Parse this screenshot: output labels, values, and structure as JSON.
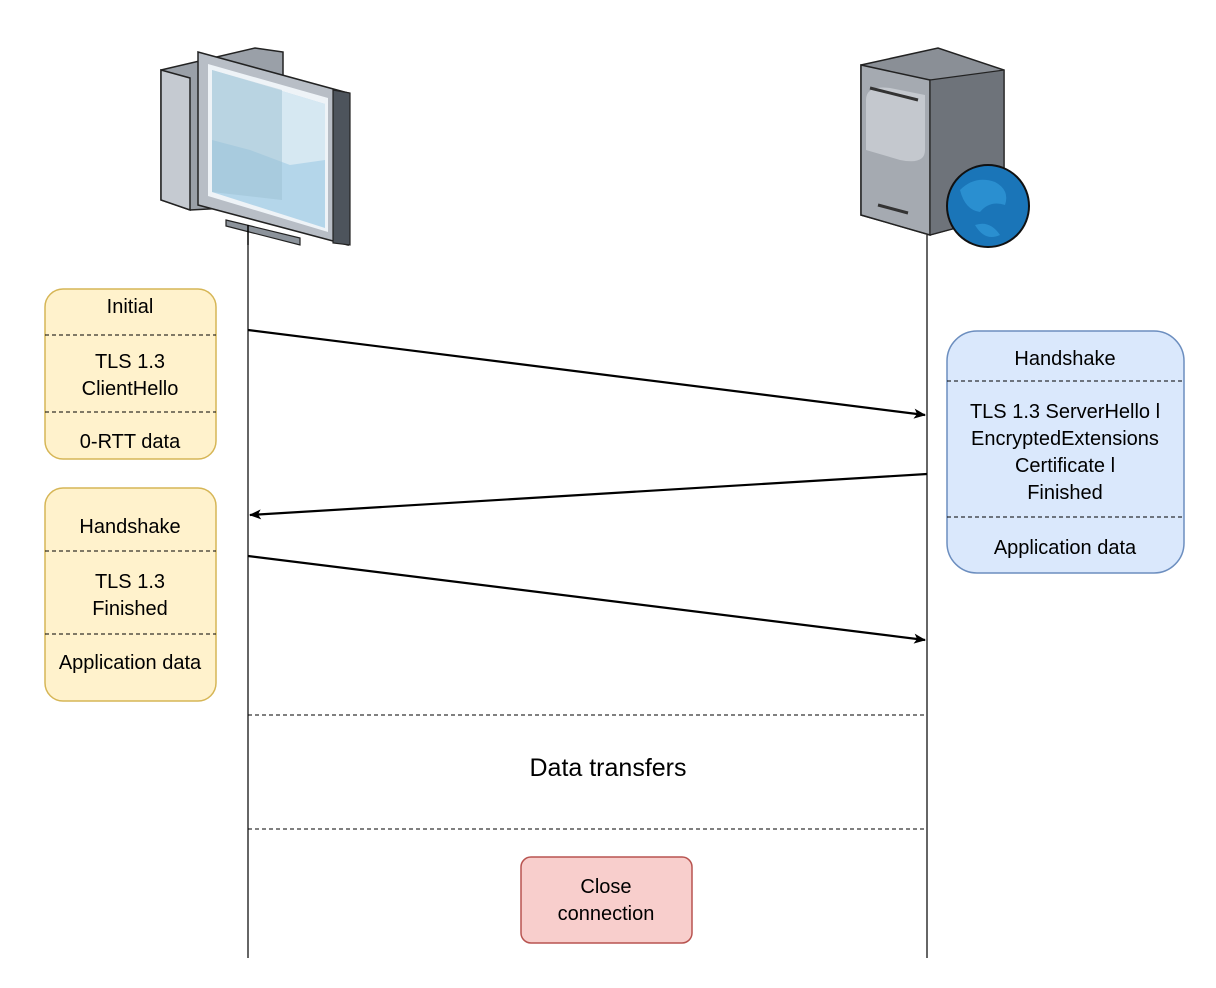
{
  "colors": {
    "client_box_fill": "#fff2cc",
    "client_box_stroke": "#d6b656",
    "server_box_fill": "#dae8fc",
    "server_box_stroke": "#6c8ebf",
    "close_box_fill": "#f8cecc",
    "close_box_stroke": "#b85450"
  },
  "icons": {
    "client": "desktop-computer-icon",
    "server": "web-server-globe-icon"
  },
  "client_packets": [
    {
      "header": "Initial",
      "body": [
        "TLS 1.3",
        "ClientHello"
      ],
      "footer": "0-RTT data"
    },
    {
      "header": "Handshake",
      "body": [
        "TLS 1.3",
        "Finished"
      ],
      "footer": "Application data"
    }
  ],
  "server_packet": {
    "header": "Handshake",
    "body": [
      "TLS 1.3 ServerHello l",
      "EncryptedExtensions",
      "Certificate l",
      "Finished"
    ],
    "footer": "Application data"
  },
  "data_transfers_label": "Data transfers",
  "close_connection": [
    "Close",
    "connection"
  ]
}
